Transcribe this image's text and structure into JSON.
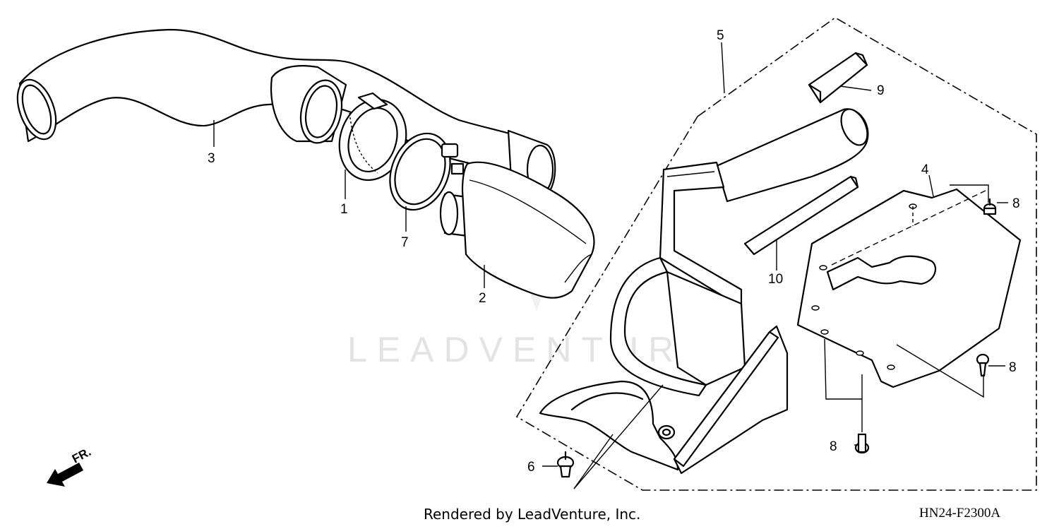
{
  "diagram": {
    "code": "HN24-F2300A",
    "credit": "Rendered by LeadVenture, Inc.",
    "watermark": "LEADVENTURE",
    "direction_label": "FR.",
    "callouts": {
      "c1": "1",
      "c2": "2",
      "c3": "3",
      "c4": "4",
      "c5": "5",
      "c6": "6",
      "c7": "7",
      "c8a": "8",
      "c8b": "8",
      "c8c": "8",
      "c9": "9",
      "c10": "10"
    }
  }
}
